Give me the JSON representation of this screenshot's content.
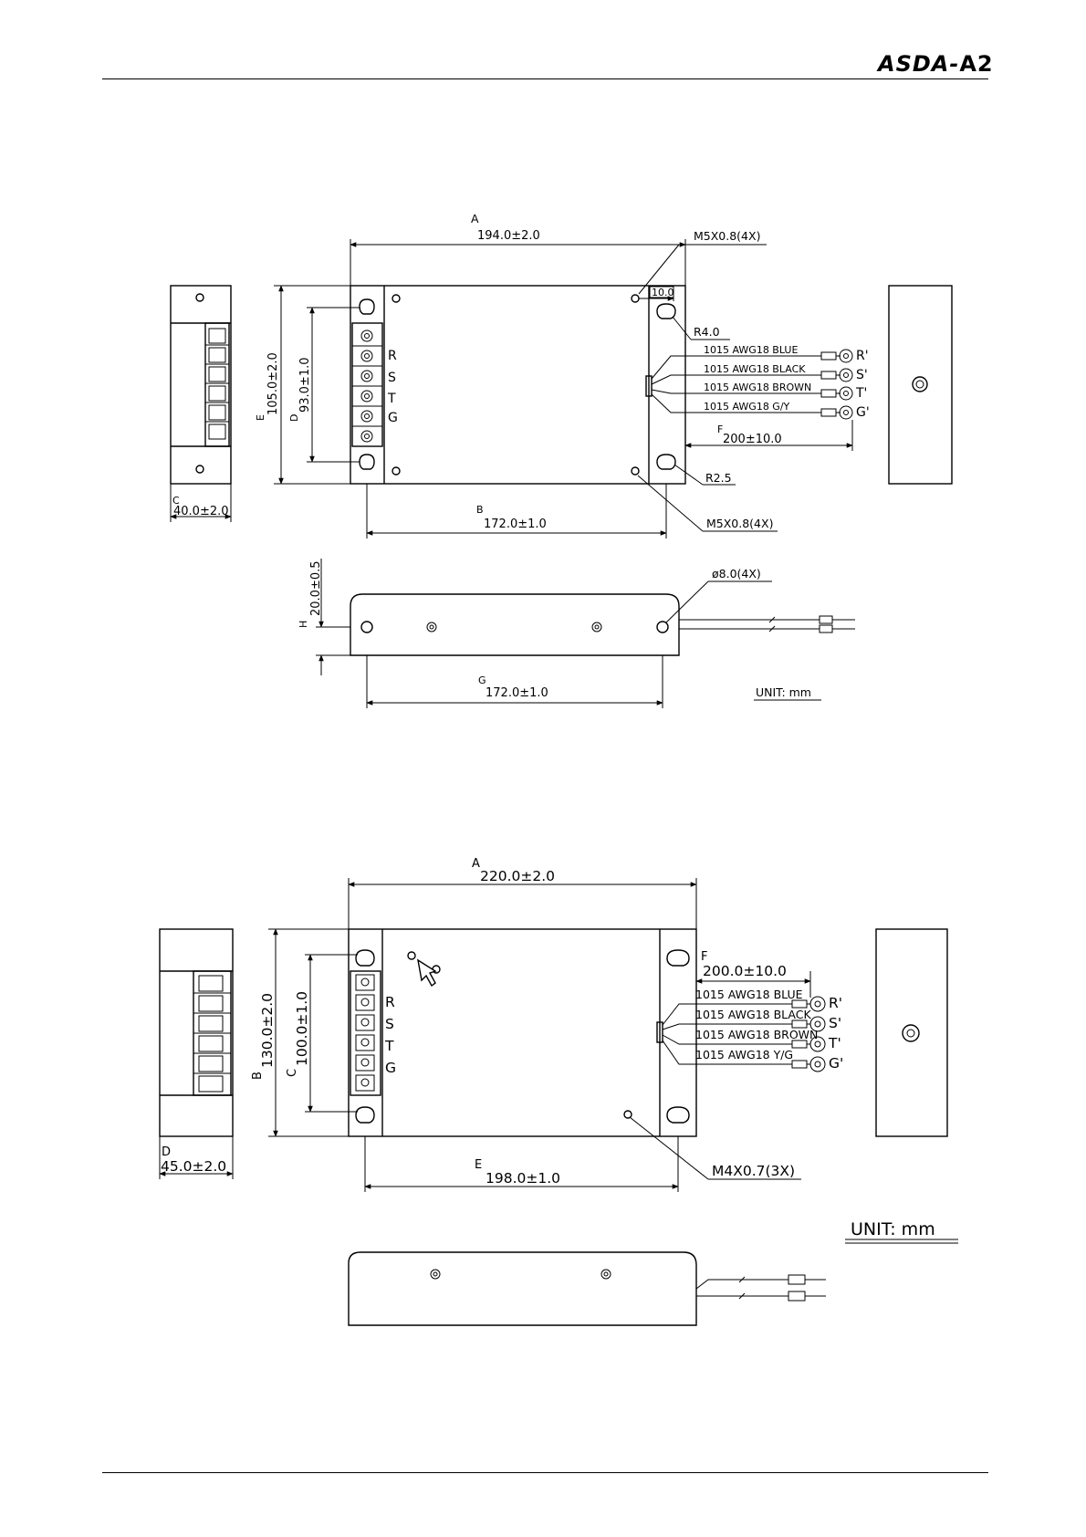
{
  "header": {
    "brand_left": "ASDA",
    "brand_dash": "-",
    "brand_right": "A2"
  },
  "diagram1": {
    "dim_A_label": "A",
    "dim_A_value": "194.0±2.0",
    "dim_B_label": "B",
    "dim_B_value": "172.0±1.0",
    "dim_C_label": "C",
    "dim_C_value": "40.0±2.0",
    "dim_D_label": "D",
    "dim_D_value": "93.0±1.0",
    "dim_E_label": "E",
    "dim_E_value": "105.0±2.0",
    "dim_F_label": "F",
    "dim_F_value": "200±10.0",
    "dim_G_label": "G",
    "dim_G_value": "172.0±1.0",
    "dim_H_label": "H",
    "dim_H_value": "20.0±0.5",
    "dim_10": "10.0",
    "screw_top": "M5X0.8(4X)",
    "screw_bottom": "M5X0.8(4X)",
    "radius_top": "R4.0",
    "radius_bottom": "R2.5",
    "hole_dia": "ø8.0(4X)",
    "terminals": [
      "R",
      "S",
      "T",
      "G"
    ],
    "wires": [
      "1015  AWG18  BLUE",
      "1015  AWG18  BLACK",
      "1015  AWG18  BROWN",
      "1015  AWG18  G/Y"
    ],
    "outputs": [
      "R'",
      "S'",
      "T'",
      "G'"
    ],
    "unit": "UNIT:  mm"
  },
  "diagram2": {
    "dim_A_label": "A",
    "dim_A_value": "220.0±2.0",
    "dim_B_label": "B",
    "dim_B_value": "130.0±2.0",
    "dim_C_label": "C",
    "dim_C_value": "100.0±1.0",
    "dim_D_label": "D",
    "dim_D_value": "45.0±2.0",
    "dim_E_label": "E",
    "dim_E_value": "198.0±1.0",
    "dim_F_label": "F",
    "dim_F_value": "200.0±10.0",
    "screw": "M4X0.7(3X)",
    "terminals": [
      "R",
      "S",
      "T",
      "G"
    ],
    "wires": [
      "1015  AWG18  BLUE",
      "1015  AWG18  BLACK",
      "1015  AWG18  BROWN",
      "1015  AWG18  Y/G"
    ],
    "outputs": [
      "R'",
      "S'",
      "T'",
      "G'"
    ],
    "unit": "UNIT:  mm"
  }
}
